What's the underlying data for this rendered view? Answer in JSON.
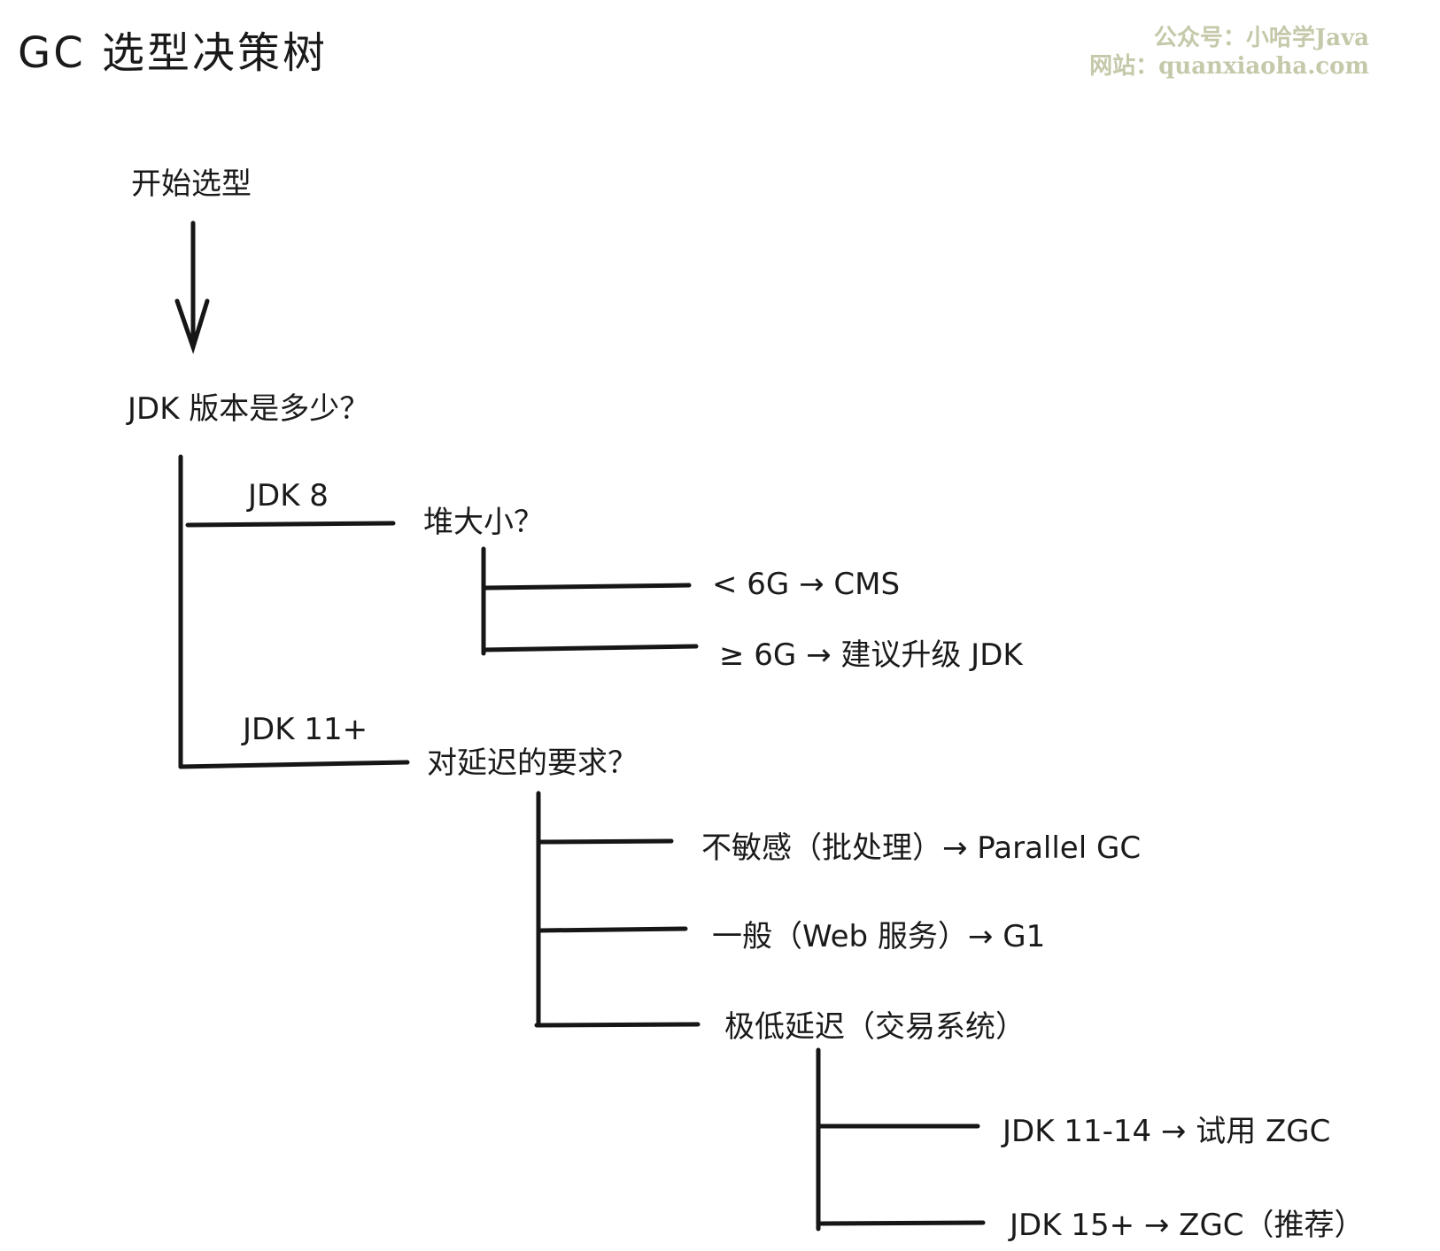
{
  "title": "GC 选型决策树",
  "watermark": {
    "line1": "公众号：小哈学Java",
    "line2": "网站：quanxiaoha.com"
  },
  "nodes": {
    "start": "开始选型",
    "jdk_question": "JDK 版本是多少？",
    "jdk8_branch": "JDK 8",
    "heap_question": "堆大小？",
    "heap_small": "< 6G → CMS",
    "heap_large": "≥ 6G → 建议升级 JDK",
    "jdk11_branch": "JDK 11+",
    "latency_question": "对延迟的要求？",
    "latency_insensitive": "不敏感（批处理）→ Parallel GC",
    "latency_normal": "一般（Web 服务）→ G1",
    "latency_low": "极低延迟（交易系统）",
    "zgc_try": "JDK 11-14 → 试用 ZGC",
    "zgc_recommended": "JDK 15+ → ZGC（推荐）"
  },
  "colors": {
    "ink": "#161616",
    "watermark": "#c5c8a9",
    "background": "#ffffff"
  }
}
